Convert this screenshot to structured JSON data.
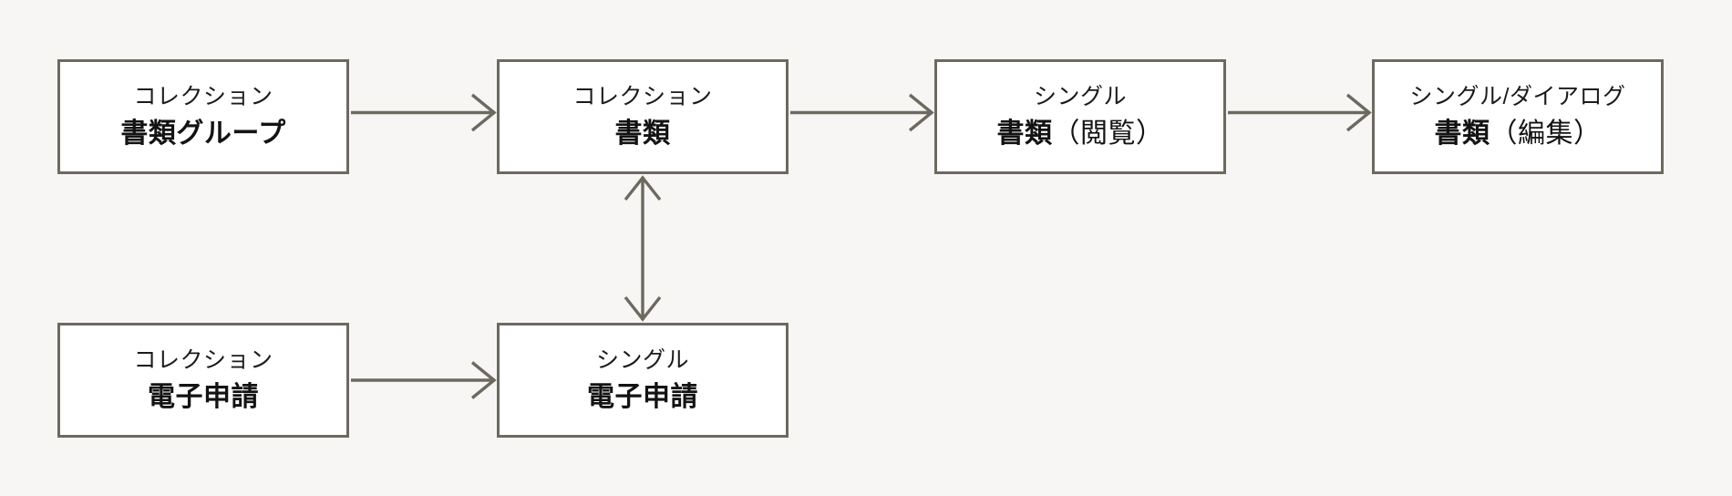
{
  "diagram": {
    "background_color": "#f7f6f4",
    "stroke_color": "#6c6a60",
    "node_fill_color": "#ffffff",
    "text_color": "#131313",
    "nodes": [
      {
        "id": "doc-group",
        "kind": "コレクション",
        "title": "書類グループ",
        "title_suffix": ""
      },
      {
        "id": "doc-coll",
        "kind": "コレクション",
        "title": "書類",
        "title_suffix": ""
      },
      {
        "id": "doc-view",
        "kind": "シングル",
        "title": "書類",
        "title_suffix": "（閲覧）"
      },
      {
        "id": "doc-edit",
        "kind": "シングル/ダイアログ",
        "title": "書類",
        "title_suffix": "（編集）"
      },
      {
        "id": "app-coll",
        "kind": "コレクション",
        "title": "電子申請",
        "title_suffix": ""
      },
      {
        "id": "app-single",
        "kind": "シングル",
        "title": "電子申請",
        "title_suffix": ""
      }
    ],
    "edges": [
      {
        "id": "edge-doc-group-to-doc-coll",
        "from": "doc-group",
        "to": "doc-coll",
        "direction": "right"
      },
      {
        "id": "edge-doc-coll-to-doc-view",
        "from": "doc-coll",
        "to": "doc-view",
        "direction": "right"
      },
      {
        "id": "edge-doc-view-to-doc-edit",
        "from": "doc-view",
        "to": "doc-edit",
        "direction": "right"
      },
      {
        "id": "edge-app-coll-to-app-single",
        "from": "app-coll",
        "to": "app-single",
        "direction": "right"
      },
      {
        "id": "edge-doc-coll-app-single",
        "from": "doc-coll",
        "to": "app-single",
        "direction": "bidirectional-vertical"
      }
    ]
  }
}
